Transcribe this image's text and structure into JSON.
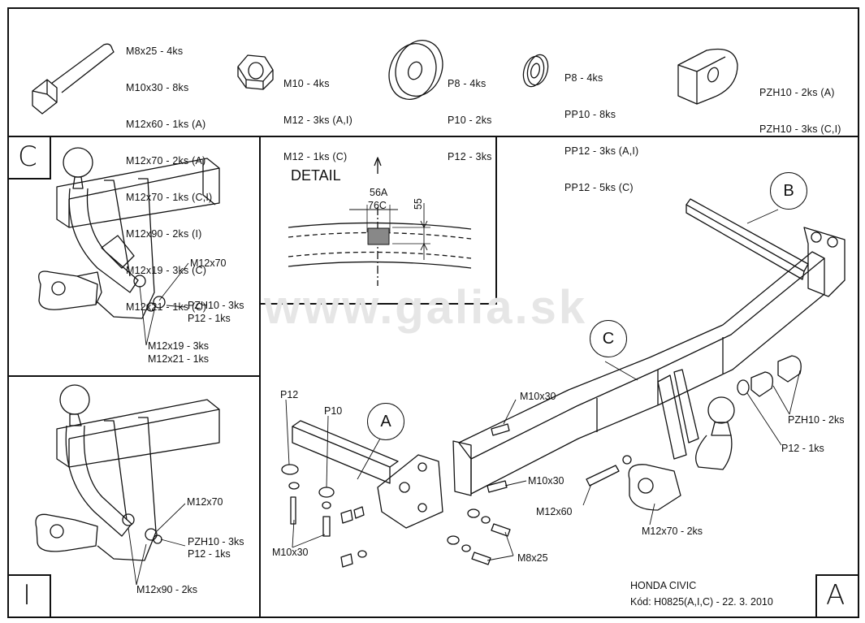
{
  "parts_list": {
    "bolts": [
      "M8x25 - 4ks",
      "M10x30 - 8ks",
      "M12x60 - 1ks (A)",
      "M12x70 - 2ks (A)",
      "M12x70 - 1ks (C,I)",
      "M12x90 - 2ks (I)",
      "M12x19 - 3ks (C)",
      "M12x21 - 1ks (C)"
    ],
    "nuts": [
      "M10 - 4ks",
      "M12 - 3ks (A,I)",
      "M12 - 1ks (C)"
    ],
    "washers": [
      "P8 - 4ks",
      "P10 - 2ks",
      "P12 - 3ks"
    ],
    "spring_washers": [
      "P8 - 4ks",
      "PP10 - 8ks",
      "PP12 - 3ks (A,I)",
      "PP12 - 5ks (C)"
    ],
    "spacers": [
      "PZH10 - 2ks (A)",
      "PZH10 - 3ks (C,I)"
    ]
  },
  "panel_c": {
    "letter": "C",
    "labels": {
      "m12x70": "M12x70",
      "pzh10": "PZH10 - 3ks",
      "p12": "P12 - 1ks",
      "m12x19": "M12x19 - 3ks",
      "m12x21": "M12x21 - 1ks"
    }
  },
  "panel_i": {
    "letter": "I",
    "labels": {
      "m12x70": "M12x70",
      "pzh10": "PZH10 - 3ks",
      "p12": "P12 - 1ks",
      "m12x90": "M12x90 - 2ks"
    }
  },
  "detail": {
    "title": "DETAIL",
    "dim_56a": "56A",
    "dim_76c": "76C",
    "dim_55": "55"
  },
  "main": {
    "circle_a": "A",
    "circle_b": "B",
    "circle_c": "C",
    "labels": {
      "p12_left": "P12",
      "p10": "P10",
      "m10x30_left": "M10x30",
      "m10x30_top": "M10x30",
      "m10x30_mid": "M10x30",
      "m8x25": "M8x25",
      "m12x60": "M12x60",
      "m12x70": "M12x70 - 2ks",
      "pzh10": "PZH10 - 2ks",
      "p12_right": "P12 - 1ks"
    },
    "corner_letter": "A"
  },
  "watermark": "www.galia.sk",
  "footer": {
    "model": "HONDA CIVIC",
    "code": "Kód: H0825(A,I,C) - 22. 3. 2010"
  }
}
